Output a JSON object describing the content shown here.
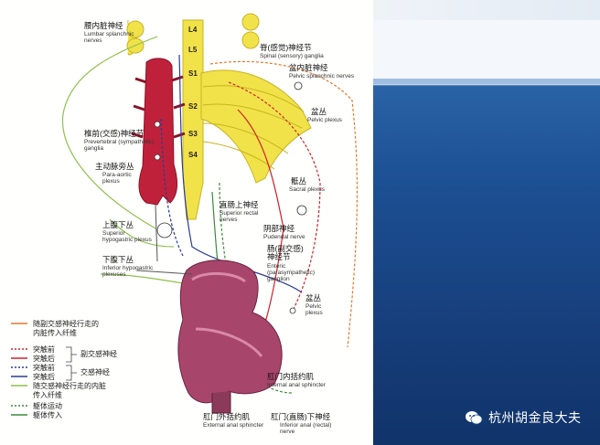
{
  "labels": {
    "lumbar_cn": "腰内脏神经",
    "lumbar_en": "Lumbar splanchnic nerves",
    "spinal_cn": "脊(感觉)神经节",
    "spinal_en": "Spinal (sensory) ganglia",
    "pelvic_spl_cn": "盆内脏神经",
    "pelvic_spl_en": "Pelvic splanchnic nerves",
    "pelvic_plexus_cn": "盆丛",
    "pelvic_plexus_en": "Pelvic plexus",
    "prevert_cn": "椎前(交感)神经节",
    "prevert_en": "Prevertebral (sympathetic) ganglia",
    "paraaortic_cn": "主动脉旁丛",
    "paraaortic_en": "Para-aortic plexus",
    "sacral_cn": "骶丛",
    "sacral_en": "Sacral plexus",
    "sup_rectal_cn": "直肠上神经",
    "sup_rectal_en": "Superior rectal nerves",
    "sup_hypo_cn": "上腹下丛",
    "sup_hypo_en": "Superior hypogastric plexus",
    "pudendal_cn": "阴部神经",
    "pudendal_en": "Pudendal nerve",
    "enteric_cn": "肠(副交感)神经节",
    "enteric_en": "Enteric (parasympathetic) ganglion",
    "inf_hypo_cn": "下腹下丛",
    "inf_hypo_en": "Inferior hypogastric plexuses",
    "pelvic_plexus2_cn": "盆丛",
    "pelvic_plexus2_en": "Pelvic plexus",
    "int_anal_cn": "肛门内括约肌",
    "int_anal_en": "Internal anal sphincter",
    "ext_anal_cn": "肛门外括约肌",
    "ext_anal_en": "External anal sphincter",
    "inf_anal_cn": "肛门(直肠)下神经",
    "inf_anal_en": "Inferior anal (rectal) nerve"
  },
  "segments": [
    "L4",
    "L5",
    "S1",
    "S2",
    "S3",
    "S4"
  ],
  "legend": {
    "items": [
      {
        "text": "随副交感神经行走的",
        "color": "#e07a2a",
        "style": "solid"
      },
      {
        "text": "内脏传入纤维",
        "color": "",
        "style": "none"
      },
      {
        "text": "突触前",
        "color": "#d0222a",
        "style": "dashed"
      },
      {
        "text": "突触后",
        "color": "#d0222a",
        "style": "solid"
      },
      {
        "text": "突触前",
        "color": "#2a3b9a",
        "style": "dashed"
      },
      {
        "text": "突触后",
        "color": "#2a3b9a",
        "style": "solid"
      },
      {
        "text": "随交感神经行走的内脏",
        "color": "#8fc04a",
        "style": "solid"
      },
      {
        "text": "传入纤维",
        "color": "",
        "style": "none"
      },
      {
        "text": "躯体运动",
        "color": "#3a8a3a",
        "style": "dashed"
      },
      {
        "text": "躯体传入",
        "color": "#3a8a3a",
        "style": "solid"
      }
    ],
    "group_parasym": "副交感神经",
    "group_sym": "交感神经"
  },
  "watermark": {
    "text": "杭州胡金良大夫",
    "icon": "wechat-icon"
  },
  "colors": {
    "aorta": "#c0213a",
    "spinal": "#f2e24a",
    "colon": "#a8456a",
    "panel": "#1c4f93"
  }
}
